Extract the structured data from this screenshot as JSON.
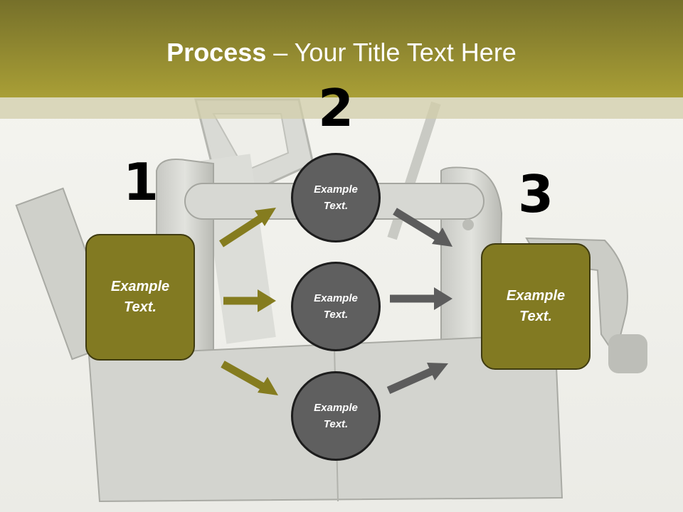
{
  "title": {
    "bold": "Process",
    "rest": " – Your Title Text Here"
  },
  "steps": [
    {
      "number": "1",
      "label": "Example Text."
    },
    {
      "number": "2",
      "label": ""
    },
    {
      "number": "3",
      "label": "Example Text."
    }
  ],
  "circles": [
    {
      "label": "Example Text."
    },
    {
      "label": "Example Text."
    },
    {
      "label": "Example Text."
    }
  ],
  "colors": {
    "accent": "#827a22",
    "band_top": "#76702a",
    "band_bottom": "#a99f36",
    "circle": "#5f5f5f",
    "arrow_gray": "#5c5c5c",
    "arrow_olive": "#857c1f"
  },
  "background": {
    "image": "toolbox-with-tools"
  }
}
